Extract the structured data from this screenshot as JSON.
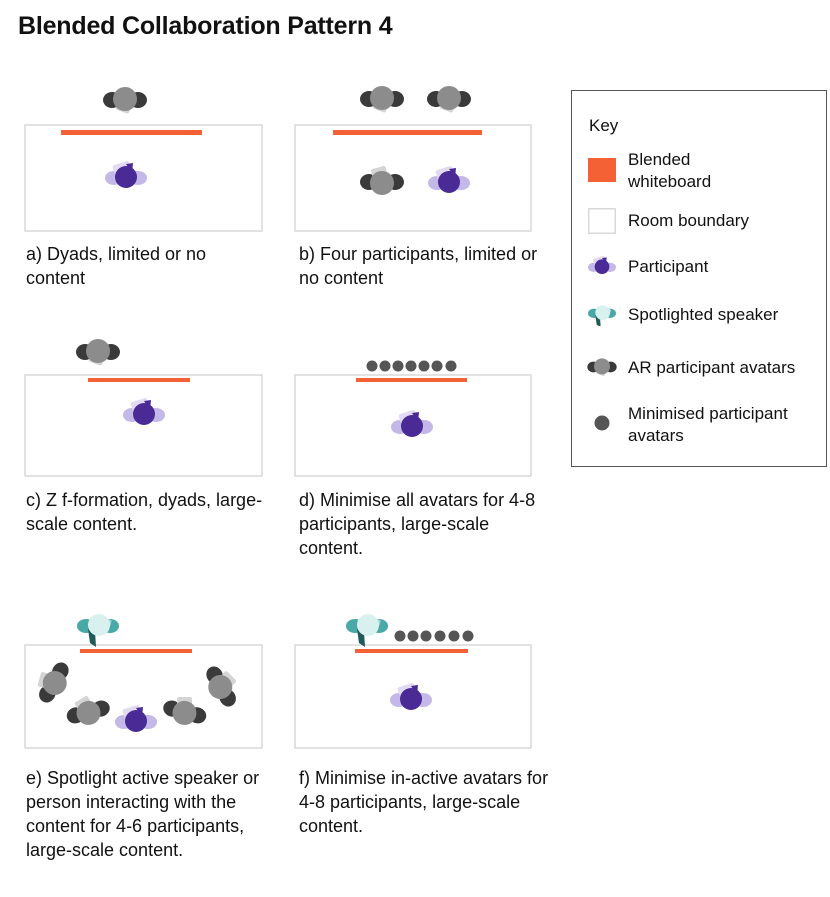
{
  "title": "Blended Collaboration Pattern 4",
  "colors": {
    "whiteboard": "#F46135",
    "room_border": "#D9D9D9",
    "participant": "#4A2A95",
    "participant_light": "#C4B8E8",
    "spotlight": "#49A9A6",
    "spotlight_light": "#D8F1EF",
    "spotlight_dark": "#1E5B5A",
    "ar_dark": "#3A3A3A",
    "ar_mid": "#8C8C8C",
    "ar_light": "#D4D4D4",
    "minimised": "#555555"
  },
  "panels": [
    {
      "id": "a",
      "caption": "a) Dyads, limited or no content"
    },
    {
      "id": "b",
      "caption": "b) Four participants, limited or no content"
    },
    {
      "id": "c",
      "caption": "c) Z f-formation, dyads, large-scale content."
    },
    {
      "id": "d",
      "caption": "d) Minimise all avatars for 4-8 participants, large-scale content."
    },
    {
      "id": "e",
      "caption": "e) Spotlight active speaker or person interacting with the content for 4-6 participants, large-scale content."
    },
    {
      "id": "f",
      "caption": "f) Minimise in-active avatars for 4-8 participants, large-scale content."
    }
  ],
  "key": {
    "title": "Key",
    "items": [
      {
        "icon": "whiteboard-icon",
        "label": "Blended whiteboard"
      },
      {
        "icon": "room-boundary-icon",
        "label": "Room boundary"
      },
      {
        "icon": "participant-icon",
        "label": "Participant"
      },
      {
        "icon": "spotlight-icon",
        "label": "Spotlighted speaker"
      },
      {
        "icon": "ar-avatar-icon",
        "label": "AR participant avatars"
      },
      {
        "icon": "minimised-avatar-icon",
        "label": "Minimised participant avatars"
      }
    ]
  }
}
